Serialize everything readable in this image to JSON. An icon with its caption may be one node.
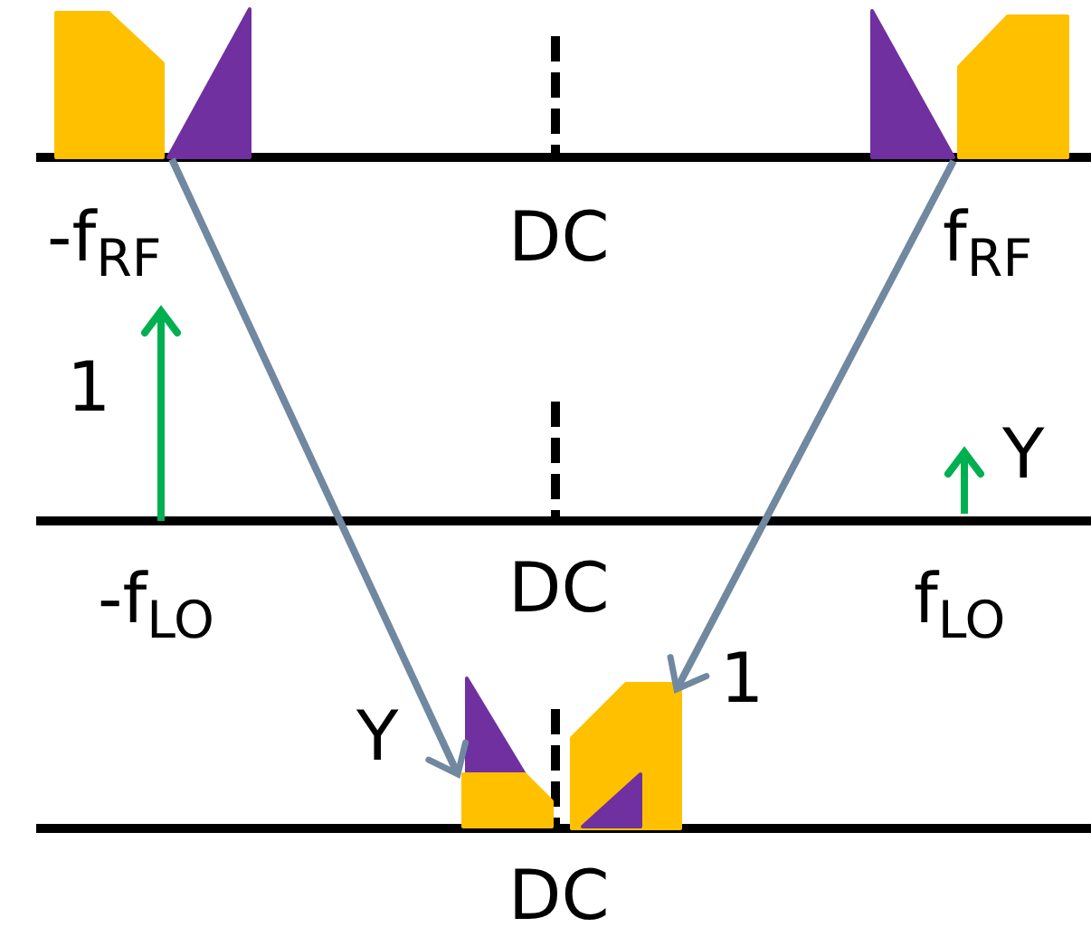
{
  "diagram": {
    "nodes": [
      {
        "text": [],
        "shape": "box"
      },
      {
        "text": [],
        "shape": "box"
      },
      {
        "text": [],
        "shape": "box"
      },
      {
        "text": [],
        "shape": "box"
      }
    ],
    "edges": [
      {
        "from": 0,
        "to": 2,
        "arrow": "to"
      },
      {
        "from": 1,
        "to": 3,
        "arrow": "to"
      }
    ],
    "labels": [
      "-f$_{RF}$",
      "DC",
      "f$_{RF}$",
      "1",
      "Y",
      "-f$_{LO}$",
      "DC",
      "f$_{LO}$",
      "Y",
      "1",
      "DC"
    ]
  }
}
